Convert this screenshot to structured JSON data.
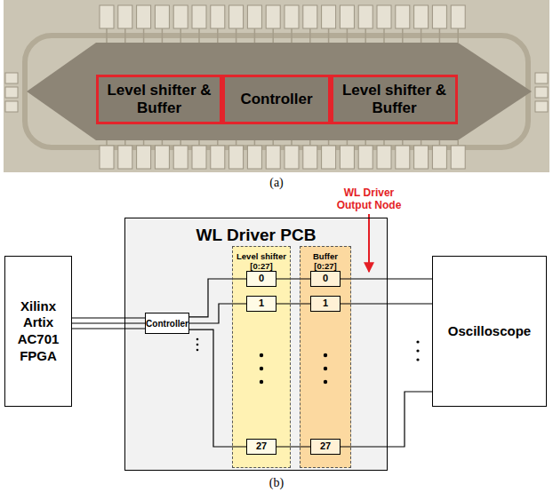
{
  "diagram": {
    "nodes": [
      {
        "text": [
          "Level shifter & Buffer"
        ]
      },
      {
        "text": [
          "Controller"
        ]
      },
      {
        "text": [
          "Level shifter & Buffer"
        ]
      },
      {
        "text": [
          "Xilinx Artix AC701 FPGA"
        ]
      },
      {
        "text": [
          "WL Driver PCB"
        ]
      },
      {
        "text": [
          "Controller"
        ],
        "in": 4
      },
      {
        "text": [
          "Level shifter [0:27]"
        ],
        "in": 4
      },
      {
        "text": [
          "0"
        ],
        "in": 6
      },
      {
        "text": [
          "1"
        ],
        "in": 6
      },
      {
        "text": [
          "27"
        ],
        "in": 6
      },
      {
        "text": [
          "Buffer [0:27]"
        ],
        "in": 4
      },
      {
        "text": [
          "0"
        ],
        "in": 10
      },
      {
        "text": [
          "1"
        ],
        "in": 10
      },
      {
        "text": [
          "27"
        ],
        "in": 10
      },
      {
        "text": [
          "Oscilloscope"
        ]
      }
    ],
    "edges": [
      {
        "from": 3,
        "to": 5,
        "arrow": "none"
      },
      {
        "from": 3,
        "to": 5,
        "arrow": "none"
      },
      {
        "from": 3,
        "to": 5,
        "arrow": "none"
      },
      {
        "from": 5,
        "to": 7,
        "arrow": "none"
      },
      {
        "from": 5,
        "to": 8,
        "arrow": "none"
      },
      {
        "from": 5,
        "to": 9,
        "arrow": "none"
      },
      {
        "from": 7,
        "to": 11,
        "arrow": "none"
      },
      {
        "from": 8,
        "to": 12,
        "arrow": "none"
      },
      {
        "from": 9,
        "to": 13,
        "arrow": "none"
      },
      {
        "from": 11,
        "to": 14,
        "arrow": "none"
      },
      {
        "from": 12,
        "to": 14,
        "arrow": "none"
      },
      {
        "from": 13,
        "to": 14,
        "arrow": "none"
      }
    ],
    "labels": [
      "(a)",
      "WL Driver Output Node",
      "(b)"
    ]
  }
}
